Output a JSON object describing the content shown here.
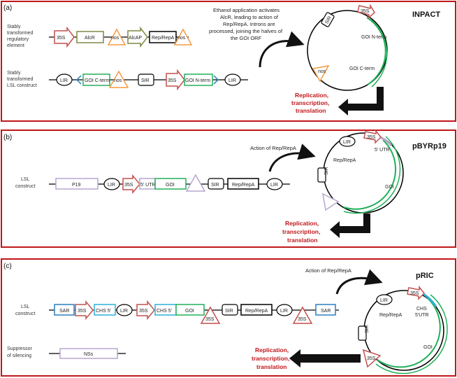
{
  "panels": [
    {
      "letter": "(a)",
      "title": "INPACT",
      "annotation": [
        "Ethanol application activates",
        "AlcR, leading to action of",
        "Rep/RepA.  Introns are",
        "processed,  joining the halves of",
        "the  GOI ORF"
      ],
      "result": [
        "Replication,",
        "transcription,",
        "translation"
      ],
      "row_labels": [
        [
          "Stably",
          "transformed",
          "regulatory",
          "element"
        ],
        [
          "Stably",
          "transformed",
          "LSL construct"
        ]
      ],
      "construct1": [
        "35S",
        "AlcR",
        "nos",
        "AlcAP",
        "Rep/RepA",
        "nos"
      ],
      "construct2": [
        "LIR",
        "GOI C-term",
        "nos",
        "SIR",
        "35S",
        "GOI N-term",
        "LIR"
      ],
      "circle_labels": [
        "SIR",
        "35S",
        "GOI N-term",
        "GOI C-term",
        "nos"
      ]
    },
    {
      "letter": "(b)",
      "title": "pBYRp19",
      "annotation": [
        "Action of  Rep/RepA"
      ],
      "result": [
        "Replication,",
        "transcription,",
        "translation"
      ],
      "row_labels": [
        [
          "LSL",
          "construct"
        ]
      ],
      "construct1": [
        "P19",
        "LIR",
        "35S",
        "5' UTR",
        "GOI",
        "SIR",
        "Rep/RepA",
        "LIR"
      ],
      "circle_labels": [
        "LIR",
        "35S",
        "5' UTR",
        "Rep/RepA",
        "SIR",
        "GOI"
      ]
    },
    {
      "letter": "(c)",
      "title": "pRIC",
      "annotation": [
        "Action of  Rep/RepA"
      ],
      "result": [
        "Replication,",
        "transcription,",
        "translation"
      ],
      "row_labels": [
        [
          "LSL",
          "construct"
        ],
        [
          "Suppressor",
          "of silencing"
        ]
      ],
      "construct1": [
        "SAR",
        "35S",
        "CHS 5'",
        "LIR",
        "35S",
        "CHS 5'",
        "GOI",
        "35S",
        "SIR",
        "Rep/RepA",
        "LIR",
        "35S",
        "SAR"
      ],
      "construct2": [
        "NSs"
      ],
      "circle_labels": [
        "35S",
        "LIR",
        "Rep/RepA",
        "CHS",
        "5'UTR",
        "SIR",
        "GOI",
        "35S"
      ]
    }
  ],
  "colors": {
    "frame": "#c0171b",
    "promoter": "#c0504d",
    "terminator": "#f59a42",
    "goi": "#22b05a",
    "alc": "#7d8a43",
    "utr": "#b7a6cf",
    "sar": "#2a7fc0",
    "arrow": "#111111"
  }
}
